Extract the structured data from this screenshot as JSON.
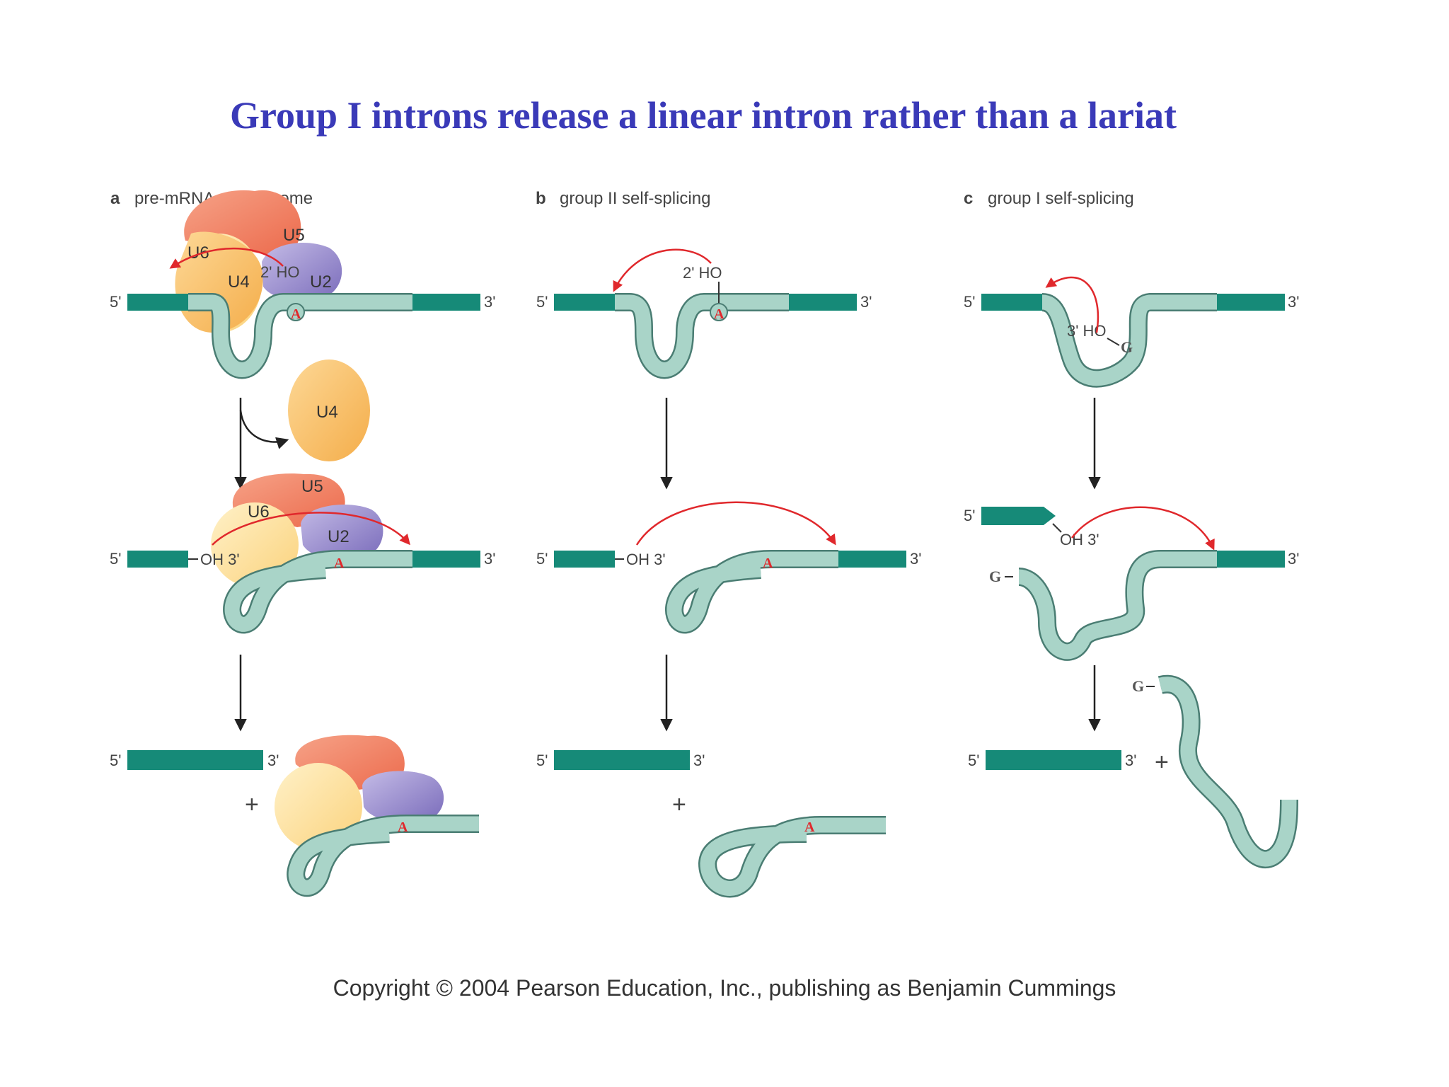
{
  "title": "Group I introns release a linear intron rather than a lariat",
  "copyright": "Copyright © 2004 Pearson Education, Inc., publishing as Benjamin Cummings",
  "panels": {
    "a": {
      "letter": "a",
      "label": "pre-mRNA spliceosome"
    },
    "b": {
      "letter": "b",
      "label": "group II self-splicing"
    },
    "c": {
      "letter": "c",
      "label": "group I self-splicing"
    }
  },
  "labels": {
    "five_prime": "5'",
    "three_prime": "3'",
    "plus": "+",
    "branch_a": "A",
    "two_ho": "2' HO",
    "three_ho": "3' HO",
    "oh3": "OH 3'",
    "guanosine": "G"
  },
  "snrnps": {
    "u2": "U2",
    "u4": "U4",
    "u5": "U5",
    "u6": "U6"
  },
  "colors": {
    "title": "#3a3ab8",
    "exon": "#168a78",
    "intron": "#a9d4c8",
    "attack_arrow": "#e0282c",
    "u5": "#f07a5a",
    "u4": "#f7b956",
    "u6": "#fbd88c",
    "u2": "#8f82c8"
  }
}
